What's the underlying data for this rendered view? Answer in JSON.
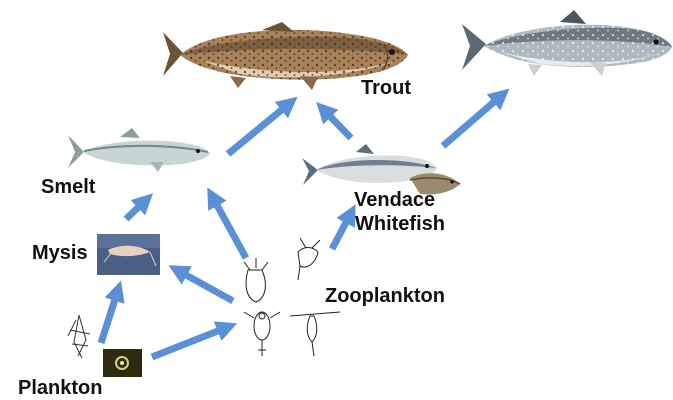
{
  "labels": {
    "trout": "Trout",
    "smelt": "Smelt",
    "vendace": "Vendace",
    "whitefish": "Whitefish",
    "mysis": "Mysis",
    "zooplankton": "Zooplankton",
    "plankton": "Plankton"
  },
  "colors": {
    "arrow": "#5b8fd6",
    "trout_body": "#a9825a",
    "trout_back": "#6b5338",
    "trout_belly": "#e8dcc3",
    "char_body": "#aeb8bf",
    "char_back": "#5d6a73",
    "char_belly": "#eef1f2",
    "smelt_body": "#c9d4d6",
    "smelt_back": "#8aa09f",
    "vendace_body": "#d9dde0",
    "vendace_back": "#5c6f80",
    "mysis_bg": "#4a5f86",
    "plankton_bg": "#2e2a10",
    "line": "#222222"
  },
  "icons": [
    "trout-fish-icon",
    "arctic-char-fish-icon",
    "smelt-fish-icon",
    "vendace-fish-icon",
    "whitefish-fish-icon",
    "mysis-shrimp-icon",
    "plankton-icon",
    "zooplankton-icon"
  ]
}
